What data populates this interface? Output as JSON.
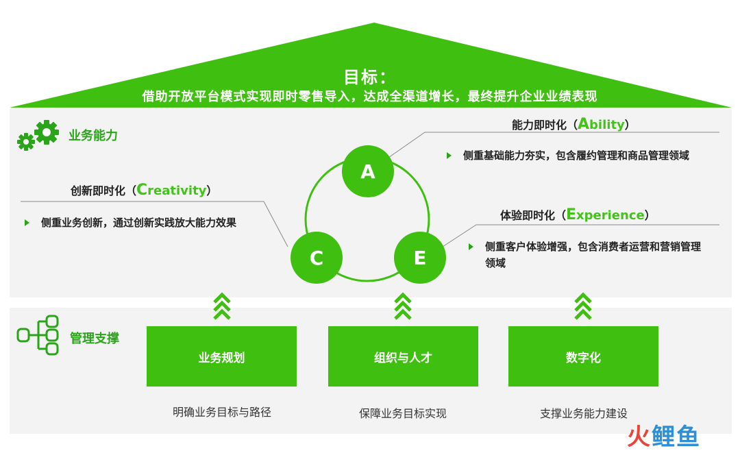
{
  "goal": {
    "title": "目标：",
    "text": "借助开放平台模式实现即时零售导入，达成全渠道增长，最终提升企业业绩表现"
  },
  "business": {
    "label": "业务能力",
    "ability": {
      "heading_prefix": "能力即时化（",
      "heading_big": "A",
      "heading_rest": "bility",
      "heading_suffix": "）",
      "bullet": "侧重基础能力夯实，包含履约管理和商品管理领域"
    },
    "creativity": {
      "heading_prefix": "创新即时化（",
      "heading_big": "C",
      "heading_rest": "reativity",
      "heading_suffix": "）",
      "bullet": "侧重业务创新，通过创新实践放大能力效果"
    },
    "experience": {
      "heading_prefix": "体验即时化（",
      "heading_big": "E",
      "heading_rest": "xperience",
      "heading_suffix": "）",
      "bullet": "侧重客户体验增强，包含消费者运营和营销管理领域"
    },
    "circles": [
      "A",
      "C",
      "E"
    ]
  },
  "management": {
    "label": "管理支撑",
    "boxes": [
      {
        "label": "业务规划",
        "caption": "明确业务目标与路径"
      },
      {
        "label": "组织与人才",
        "caption": "保障业务目标实现"
      },
      {
        "label": "数字化",
        "caption": "支撑业务能力建设"
      }
    ]
  },
  "watermark": {
    "part1": "火",
    "part2": "鲤鱼"
  },
  "colors": {
    "primary": "#3fbf10",
    "dark": "#2aa51a",
    "accent": "#43c21a",
    "band": "#f3f3f3"
  }
}
